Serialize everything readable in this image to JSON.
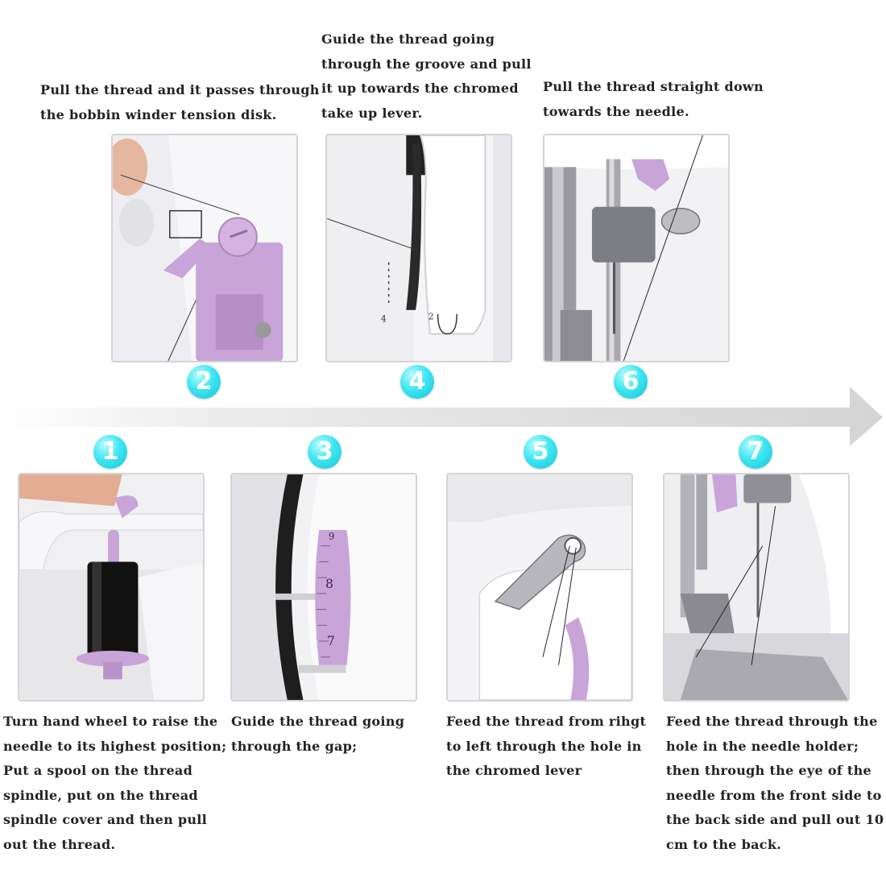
{
  "steps": [
    {
      "number": "1",
      "caption": "Turn hand wheel to raise the\nneedle to its highest position;\nPut a spool on the thread\nspindle, put on the thread\nspindle cover and then pull\nout the thread."
    },
    {
      "number": "2",
      "caption": "Pull the thread and it passes through\nthe bobbin winder tension disk."
    },
    {
      "number": "3",
      "caption": "Guide the thread going\nthrough the gap;"
    },
    {
      "number": "4",
      "caption": "Guide the thread going\nthrough the groove and pull\nit up towards the chromed\ntake up lever."
    },
    {
      "number": "5",
      "caption": "Feed the thread from rihgt\nto left through the hole in\nthe chromed lever"
    },
    {
      "number": "6",
      "caption": "Pull the thread straight down\ntowards the needle."
    },
    {
      "number": "7",
      "caption": "Feed the thread through the\nhole in the needle holder;\nthen through the eye of the\nneedle from the front side to\nthe back side and pull out 10\ncm to the back."
    }
  ],
  "photo_marks": {
    "dial_numbers": [
      "9",
      "8",
      "7"
    ],
    "groove_marks": [
      "4",
      "2"
    ]
  },
  "colors": {
    "badge": "#2fdde8",
    "accent_lilac": "#c8a4d8",
    "arrow": "#d9d9d9"
  }
}
